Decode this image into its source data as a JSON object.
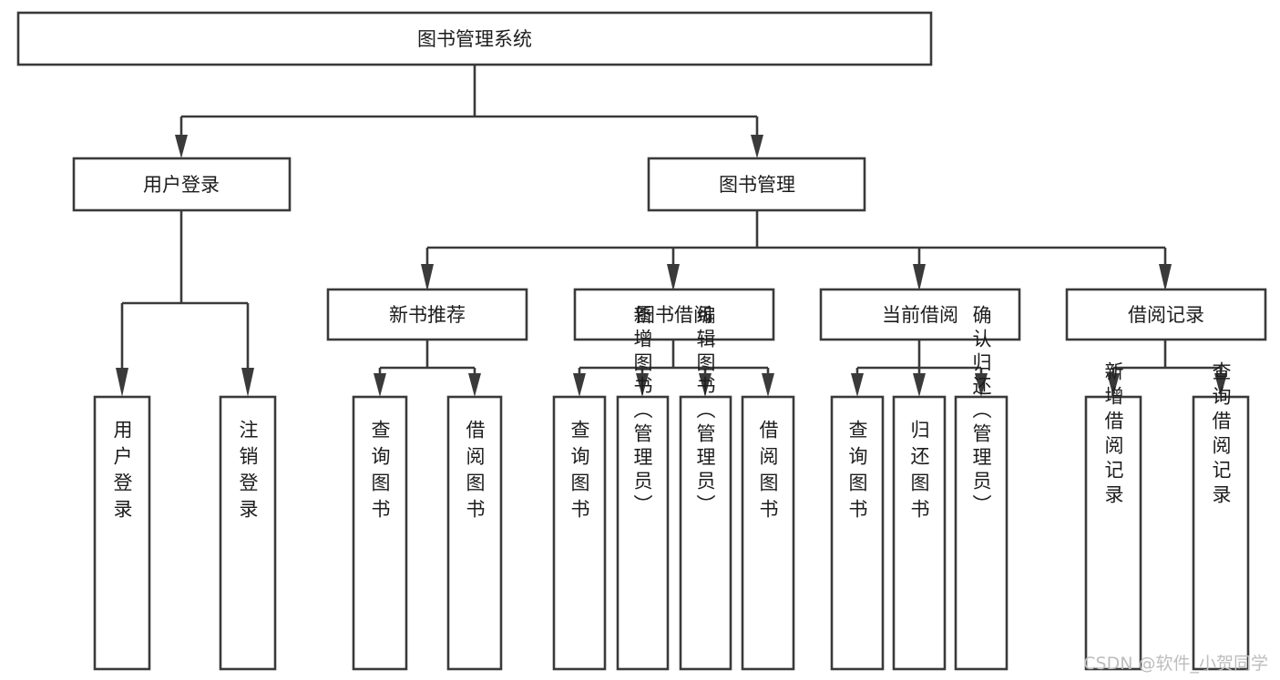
{
  "diagram": {
    "title": "图书管理系统",
    "type": "tree",
    "orientation": "top-down",
    "colors": {
      "box_stroke": "#3a3a3a",
      "box_fill": "#ffffff",
      "connector": "#3a3a3a",
      "text": "#1c1c1c",
      "background": "#ffffff",
      "watermark": "#bdbdbd"
    },
    "root": {
      "id": "root",
      "label": "图书管理系统",
      "orientation": "horizontal"
    },
    "level2": [
      {
        "id": "user-login",
        "label": "用户登录",
        "orientation": "horizontal"
      },
      {
        "id": "book-manage",
        "label": "图书管理",
        "orientation": "horizontal"
      }
    ],
    "level3": [
      {
        "id": "new-book-recommend",
        "label": "新书推荐",
        "orientation": "horizontal",
        "parent": "book-manage"
      },
      {
        "id": "book-borrow",
        "label": "图书借阅",
        "orientation": "horizontal",
        "parent": "book-manage"
      },
      {
        "id": "current-borrow",
        "label": "当前借阅",
        "orientation": "horizontal",
        "parent": "book-manage"
      },
      {
        "id": "borrow-record",
        "label": "借阅记录",
        "orientation": "horizontal",
        "parent": "book-manage"
      }
    ],
    "leaves": [
      {
        "id": "leaf-user-login",
        "label": "用户登录",
        "orientation": "vertical",
        "parent": "user-login"
      },
      {
        "id": "leaf-user-logout",
        "label": "注销登录",
        "orientation": "vertical",
        "parent": "user-login"
      },
      {
        "id": "leaf-query-book-1",
        "label": "查询图书",
        "orientation": "vertical",
        "parent": "new-book-recommend"
      },
      {
        "id": "leaf-borrow-book-1",
        "label": "借阅图书",
        "orientation": "vertical",
        "parent": "new-book-recommend"
      },
      {
        "id": "leaf-query-book-2",
        "label": "查询图书",
        "orientation": "vertical",
        "parent": "book-borrow"
      },
      {
        "id": "leaf-add-book",
        "label": "新增图书（管理员）",
        "orientation": "vertical",
        "parent": "book-borrow"
      },
      {
        "id": "leaf-edit-book",
        "label": "编辑图书（管理员）",
        "orientation": "vertical",
        "parent": "book-borrow"
      },
      {
        "id": "leaf-borrow-book-2",
        "label": "借阅图书",
        "orientation": "vertical",
        "parent": "book-borrow"
      },
      {
        "id": "leaf-query-book-3",
        "label": "查询图书",
        "orientation": "vertical",
        "parent": "current-borrow"
      },
      {
        "id": "leaf-return-book",
        "label": "归还图书",
        "orientation": "vertical",
        "parent": "current-borrow"
      },
      {
        "id": "leaf-confirm-return",
        "label": "确认归还（管理员）",
        "orientation": "vertical",
        "parent": "current-borrow"
      },
      {
        "id": "leaf-add-record",
        "label": "新增借阅记录",
        "orientation": "vertical",
        "parent": "borrow-record"
      },
      {
        "id": "leaf-query-record",
        "label": "查询借阅记录",
        "orientation": "vertical",
        "parent": "borrow-record"
      }
    ]
  },
  "watermark": {
    "text": "CSDN @软件_小贺同学"
  }
}
